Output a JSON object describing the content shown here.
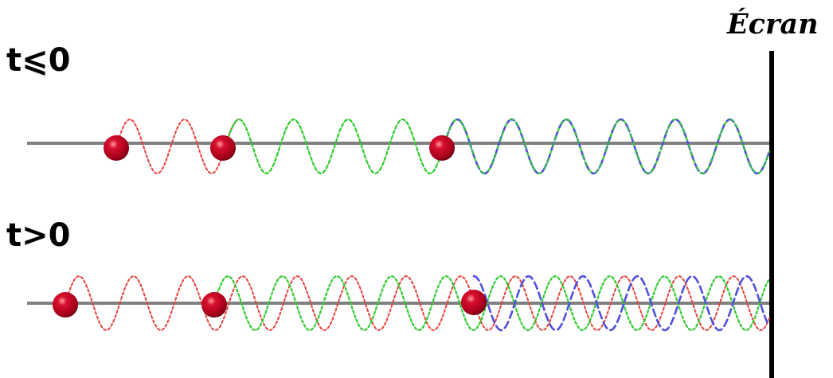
{
  "labels": {
    "screen": "Écran",
    "before": "t⩽0",
    "after": "t>0"
  },
  "colors": {
    "axis": "#808080",
    "screen": "#000000",
    "wave_red": "#e8413c",
    "wave_green": "#2ecc2e",
    "wave_blue": "#5050dd",
    "particle": "#b3001f"
  },
  "scenes": [
    {
      "name": "before",
      "particles": 3,
      "waves": [
        {
          "color": "red",
          "style": "dotted",
          "from_particle": 1,
          "shifted": false
        },
        {
          "color": "green",
          "style": "dotted",
          "from_particle": 2,
          "shifted": false
        },
        {
          "color": "blue",
          "style": "dashed",
          "from_particle": 3,
          "shifted": false
        }
      ]
    },
    {
      "name": "after",
      "particles": 3,
      "waves": [
        {
          "color": "red",
          "style": "dotted",
          "from_particle": 1,
          "shifted": false
        },
        {
          "color": "green",
          "style": "dotted",
          "from_particle": 2,
          "shifted": true
        },
        {
          "color": "blue",
          "style": "dashed",
          "from_particle": 3,
          "shifted": true
        }
      ]
    }
  ]
}
